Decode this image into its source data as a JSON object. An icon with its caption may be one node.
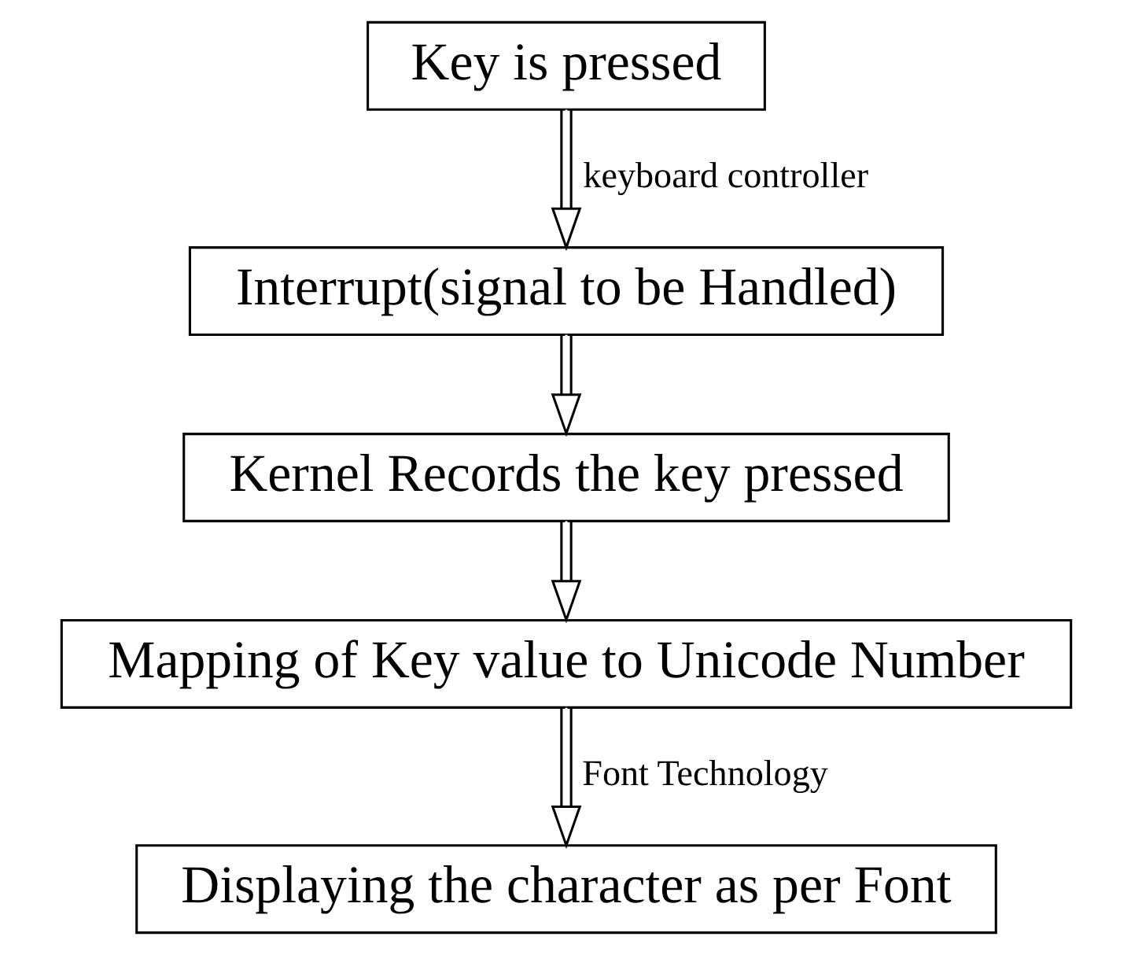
{
  "diagram": {
    "nodes": [
      {
        "text": [
          "Key is pressed"
        ]
      },
      {
        "text": [
          "Interrupt(signal to be Handled)"
        ]
      },
      {
        "text": [
          "Kernel Records the key pressed"
        ]
      },
      {
        "text": [
          "Mapping of Key value to Unicode Number"
        ]
      },
      {
        "text": [
          "Displaying the character as per Font"
        ]
      }
    ],
    "edges": [
      {
        "from": 0,
        "to": 1,
        "arrow": "to",
        "label": "keyboard controller"
      },
      {
        "from": 1,
        "to": 2,
        "arrow": "to"
      },
      {
        "from": 2,
        "to": 3,
        "arrow": "to"
      },
      {
        "from": 3,
        "to": 4,
        "arrow": "to",
        "label": "Font Technology"
      }
    ]
  }
}
